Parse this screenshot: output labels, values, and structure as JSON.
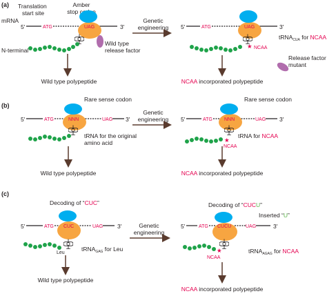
{
  "colors": {
    "ribosome_large": "#00aeef",
    "ribosome_small": "#f7a541",
    "peptide": "#1fa34a",
    "release_factor": "#b16dad",
    "highlight": "#e4004f",
    "inserted": "#5cb54a",
    "text": "#231f20"
  },
  "panel_a": {
    "letter": "(a)",
    "mrna_label": "mRNA",
    "translation_start_label": "Translation\nstart site",
    "amber_label": "Amber\nstop codon",
    "five_prime": "5'",
    "three_prime": "3'",
    "atg": "ATG",
    "uag": "UAG",
    "n_terminal": "N-terminal",
    "wild_type_rf": "Wild type\nrelease factor",
    "arrow_label": "Genetic\nengineering",
    "trna_prefix": "tRNA",
    "trna_sub": "CUA",
    "trna_for": " for ",
    "trna_ncaa": "NCAA",
    "ncaa_tag": "NCAA",
    "rf_mutant": "Release factor\nmutant",
    "left_result": "Wild type polypeptide",
    "right_result_red": "NCAA",
    "right_result_rest": " incorporated polypeptide"
  },
  "panel_b": {
    "letter": "(b)",
    "rare_label_left": "Rare sense codon",
    "rare_label_right": "Rare sense codon",
    "five_prime": "5'",
    "three_prime": "3'",
    "atg": "ATG",
    "nnn": "NNN",
    "uag": "UAG",
    "trna_original": "tRNA for the original\namino acid",
    "arrow_label": "Genetic\nengineering",
    "trna_for_prefix": "tRNA for ",
    "trna_for_ncaa": "NCAA",
    "ncaa_tag": "NCAA",
    "left_result": "Wild type polypeptide",
    "right_result_red": "NCAA",
    "right_result_rest": " incorporated polypeptide"
  },
  "panel_c": {
    "letter": "(c)",
    "decoding_left_prefix": "Decoding of “",
    "decoding_left_codon": "CUC",
    "decoding_left_suffix": "”",
    "decoding_right_prefix": "Decoding of “",
    "decoding_right_codon_a": "CUC",
    "decoding_right_codon_b": "U",
    "decoding_right_suffix": "”",
    "inserted_prefix": "Inserted “",
    "inserted_u": "U",
    "inserted_suffix": "”",
    "five_prime": "5'",
    "three_prime": "3'",
    "atg": "ATG",
    "cuc": "CUC",
    "cucu": "CUCU",
    "uag": "UAG",
    "leu": "Leu",
    "trna_left_prefix": "tRNA",
    "trna_left_sub": "GAG",
    "trna_left_suffix": " for Leu",
    "arrow_label": "Genetic\nengineering",
    "trna_right_prefix": "tRNA",
    "trna_right_sub": "AGAG",
    "trna_right_for": " for ",
    "trna_right_ncaa": "NCAA",
    "ncaa_tag": "NCAA",
    "left_result": "Wild type polypeptide",
    "right_result_red": "NCAA",
    "right_result_rest": " incorporated polypeptide"
  }
}
